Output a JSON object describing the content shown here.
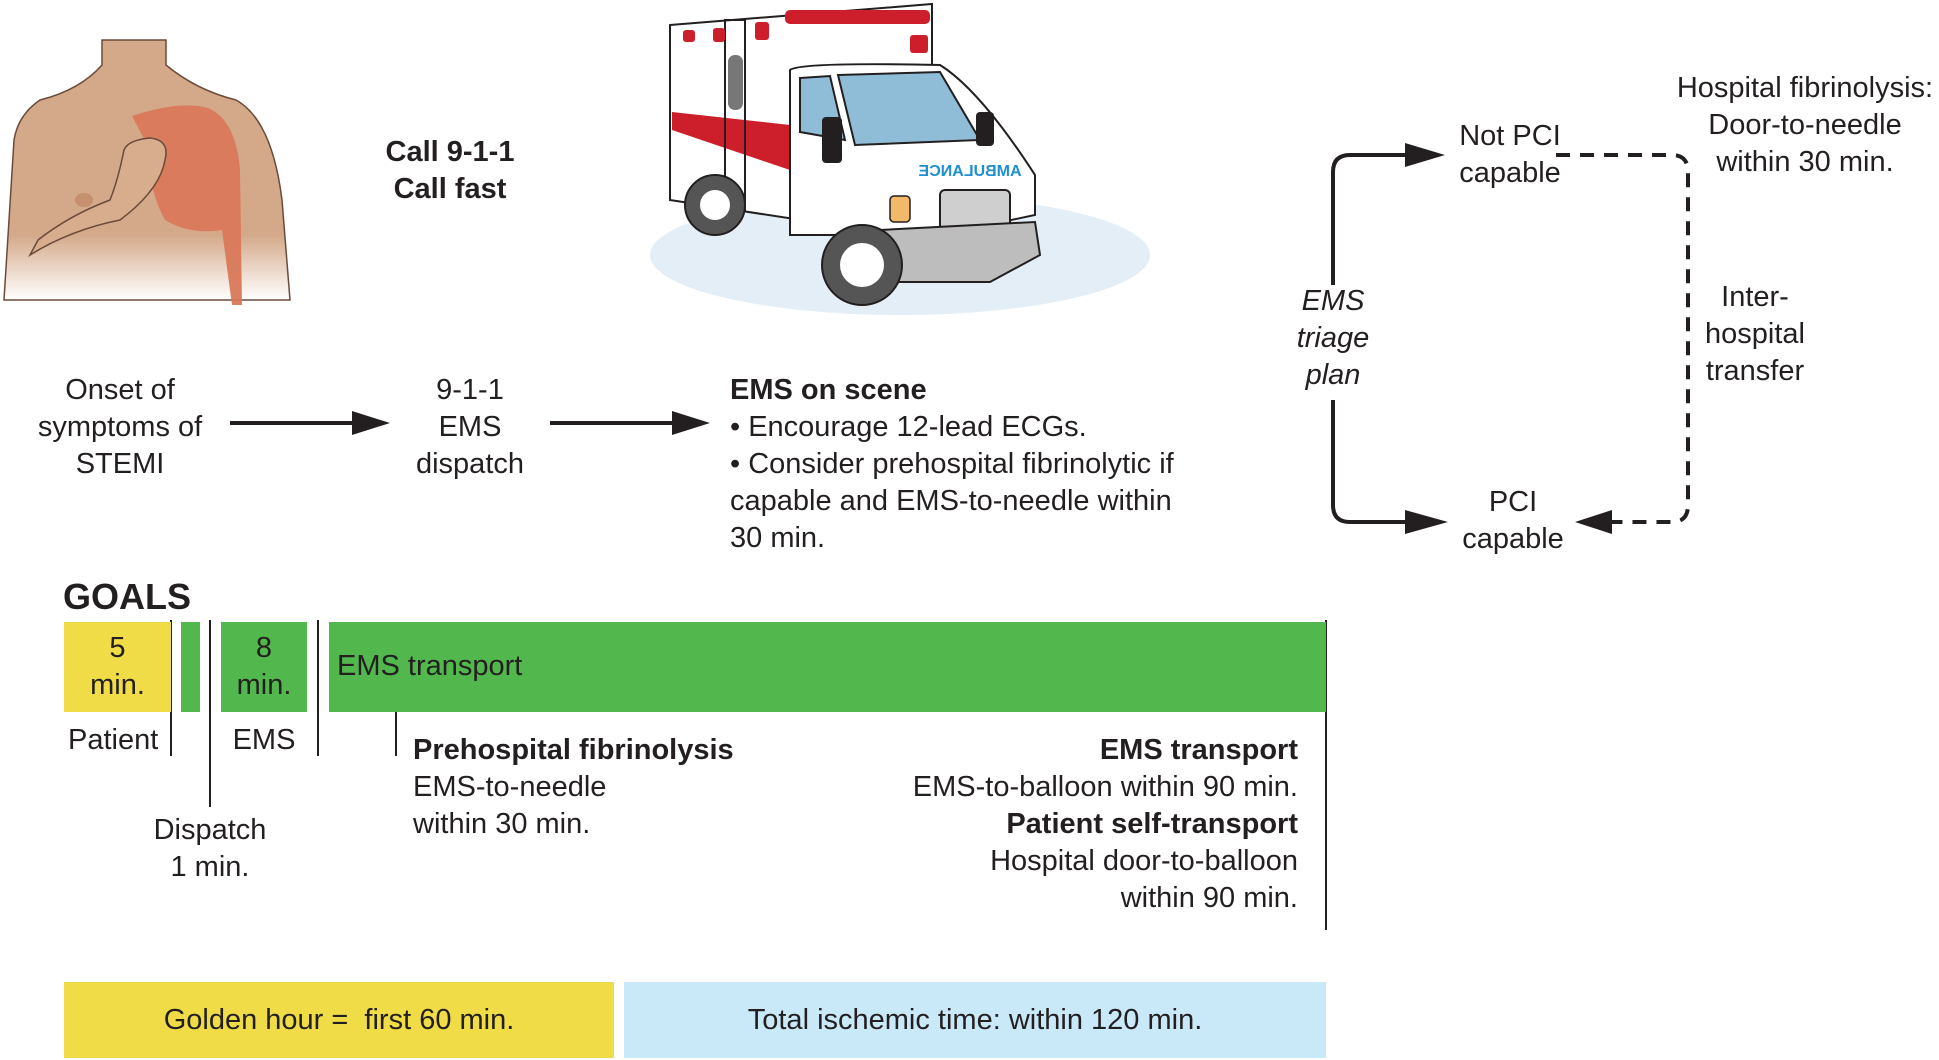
{
  "call_911": {
    "line1": "Call 9-1-1",
    "line2": "Call fast"
  },
  "ambulance": {
    "label": "AMBULANCE"
  },
  "flow": {
    "onset": [
      "Onset of",
      "symptoms of",
      "STEMI"
    ],
    "dispatch": [
      "9-1-1",
      "EMS",
      "dispatch"
    ],
    "ems_on_scene": {
      "title": "EMS on scene",
      "bullet1": "• Encourage 12-lead ECGs.",
      "bullet2_lines": [
        "• Consider prehospital fibrinolytic if",
        "capable and EMS-to-needle within",
        "30 min."
      ]
    }
  },
  "triage": {
    "label": [
      "EMS",
      "triage",
      "plan"
    ],
    "not_pci": [
      "Not PCI",
      "capable"
    ],
    "pci": [
      "PCI",
      "capable"
    ],
    "hospital_fibrinolysis": [
      "Hospital fibrinolysis:",
      "Door-to-needle",
      "within 30 min."
    ],
    "interhospital": [
      "Inter-",
      "hospital",
      "transfer"
    ]
  },
  "goals": {
    "title": "GOALS",
    "patient_box": [
      "5",
      "min."
    ],
    "ems_box": [
      "8",
      "min."
    ],
    "transport_bar": "EMS transport",
    "label_patient": "Patient",
    "label_ems": "EMS",
    "dispatch": [
      "Dispatch",
      "1 min."
    ],
    "prehospital": {
      "title": "Prehospital fibrinolysis",
      "lines": [
        "EMS-to-needle",
        "within 30 min."
      ]
    },
    "ems_transport": {
      "title": "EMS transport",
      "line": "EMS-to-balloon within 90 min."
    },
    "self_transport": {
      "title": "Patient self-transport",
      "lines": [
        "Hospital door-to-balloon",
        "within 90 min."
      ]
    }
  },
  "footer": {
    "golden_hour": "Golden hour =  first 60 min.",
    "total_ischemic": "Total ischemic time: within 120 min."
  },
  "colors": {
    "yellow": "#efdc47",
    "green": "#52b84d",
    "light_blue": "#c9e9f9",
    "skin": "#d4a98a",
    "pain": "#d9785a",
    "red": "#cc1e2b",
    "text": "#231f20"
  }
}
